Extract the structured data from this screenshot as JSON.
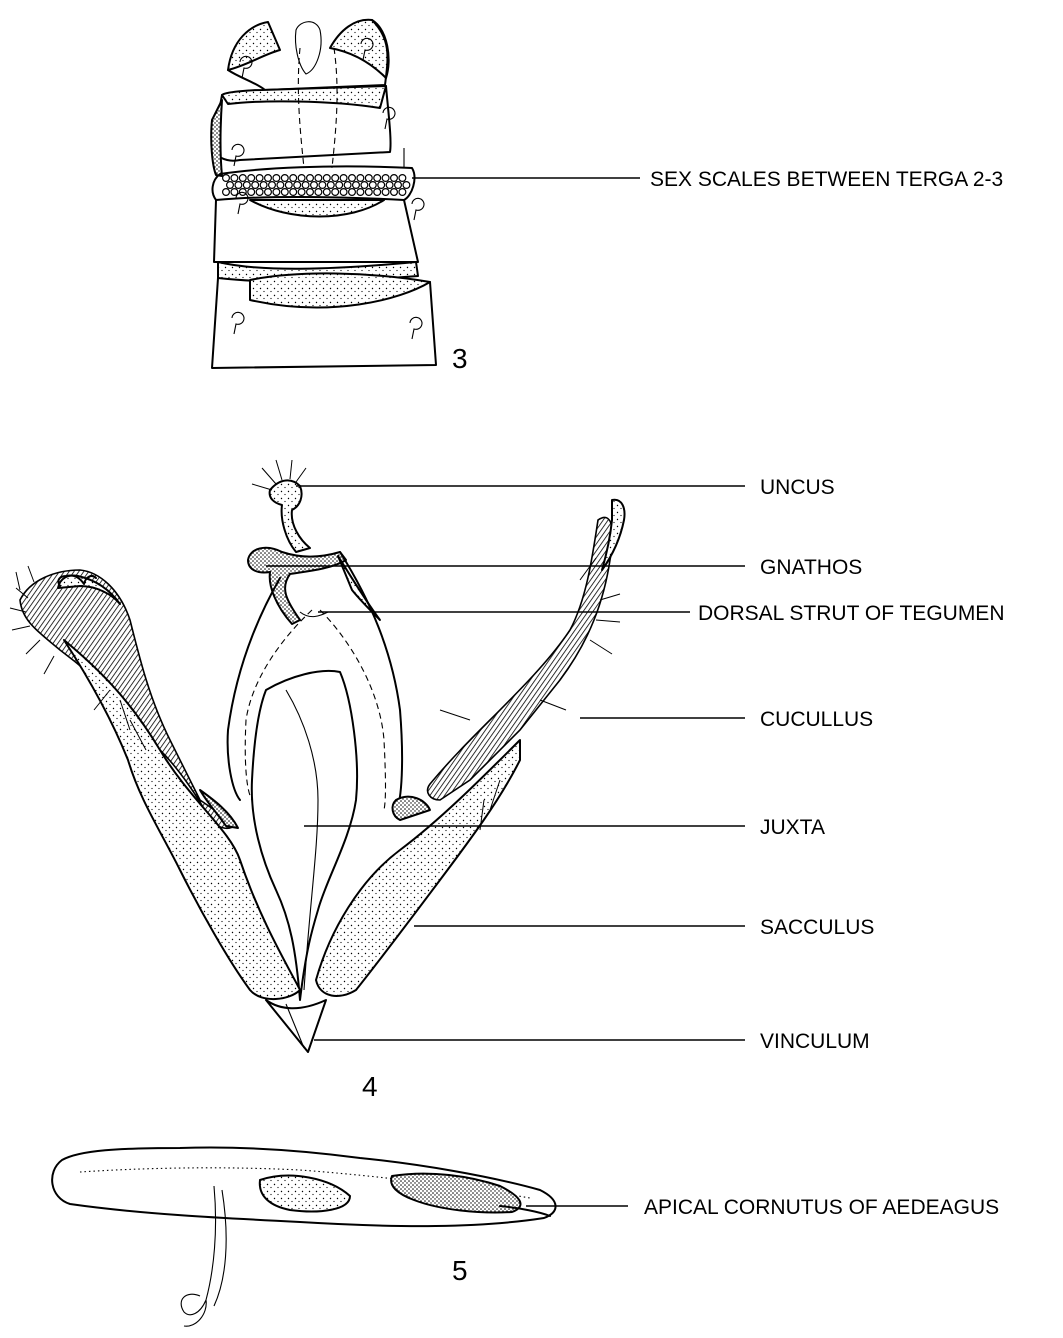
{
  "figures": [
    {
      "number": "3",
      "labels": [
        {
          "id": "sex-scales",
          "text": "SEX SCALES BETWEEN TERGA 2-3"
        }
      ]
    },
    {
      "number": "4",
      "labels": [
        {
          "id": "uncus",
          "text": "UNCUS"
        },
        {
          "id": "gnathos",
          "text": "GNATHOS"
        },
        {
          "id": "dorsal-strut",
          "text": "DORSAL STRUT OF TEGUMEN"
        },
        {
          "id": "cucullus",
          "text": "CUCULLUS"
        },
        {
          "id": "juxta",
          "text": "JUXTA"
        },
        {
          "id": "sacculus",
          "text": "SACCULUS"
        },
        {
          "id": "vinculum",
          "text": "VINCULUM"
        }
      ]
    },
    {
      "number": "5",
      "labels": [
        {
          "id": "apical-cornutus",
          "text": "APICAL CORNUTUS OF AEDEAGUS"
        }
      ]
    }
  ]
}
